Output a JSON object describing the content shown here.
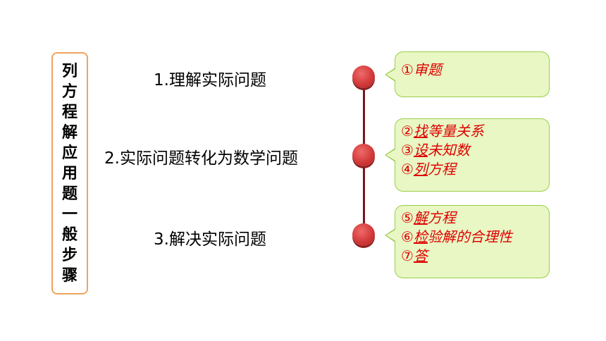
{
  "title_chars": [
    "列",
    "方",
    "程",
    "解",
    "应",
    "用",
    "题",
    "一",
    "般",
    "步",
    "骤"
  ],
  "steps": [
    {
      "label": "1.理解实际问题"
    },
    {
      "label": "2.实际问题转化为数学问题"
    },
    {
      "label": "3.解决实际问题"
    }
  ],
  "callouts": [
    {
      "lines": [
        {
          "num": "①",
          "text": "审题"
        }
      ]
    },
    {
      "lines": [
        {
          "num": "②",
          "first": "找",
          "rest": "等量关系"
        },
        {
          "num": "③",
          "first": "设",
          "rest": "未知数"
        },
        {
          "num": "④",
          "first": "列",
          "rest": "方程"
        }
      ]
    },
    {
      "lines": [
        {
          "num": "⑤",
          "first": "解",
          "rest": "方程"
        },
        {
          "num": "⑥",
          "first": "检",
          "rest": "验解的合理性"
        },
        {
          "num": "⑦",
          "first": "答",
          "rest": ""
        }
      ]
    }
  ],
  "colors": {
    "accent_red": "#e00000",
    "callout_fill": "#e8f7c4",
    "callout_border": "#9ccc4a",
    "title_border": "#f0a35e",
    "node": "#d33a3a"
  }
}
